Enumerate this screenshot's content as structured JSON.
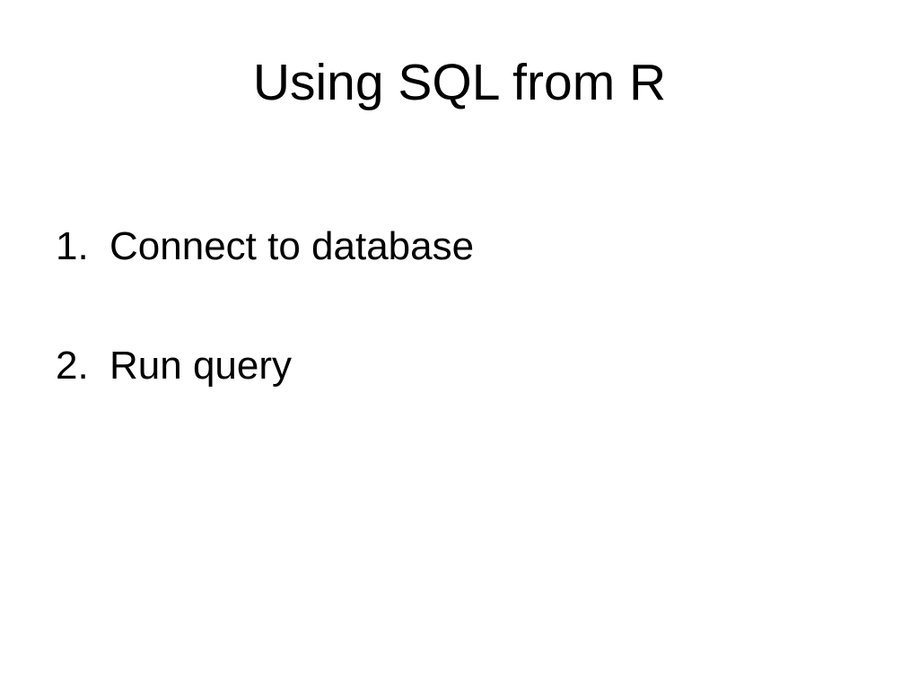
{
  "slide": {
    "title": "Using SQL from R",
    "list_items": [
      {
        "number": "1.",
        "text": "Connect to database"
      },
      {
        "number": "2.",
        "text": "Run query"
      }
    ],
    "colors": {
      "background": "#ffffff",
      "text": "#000000"
    }
  }
}
